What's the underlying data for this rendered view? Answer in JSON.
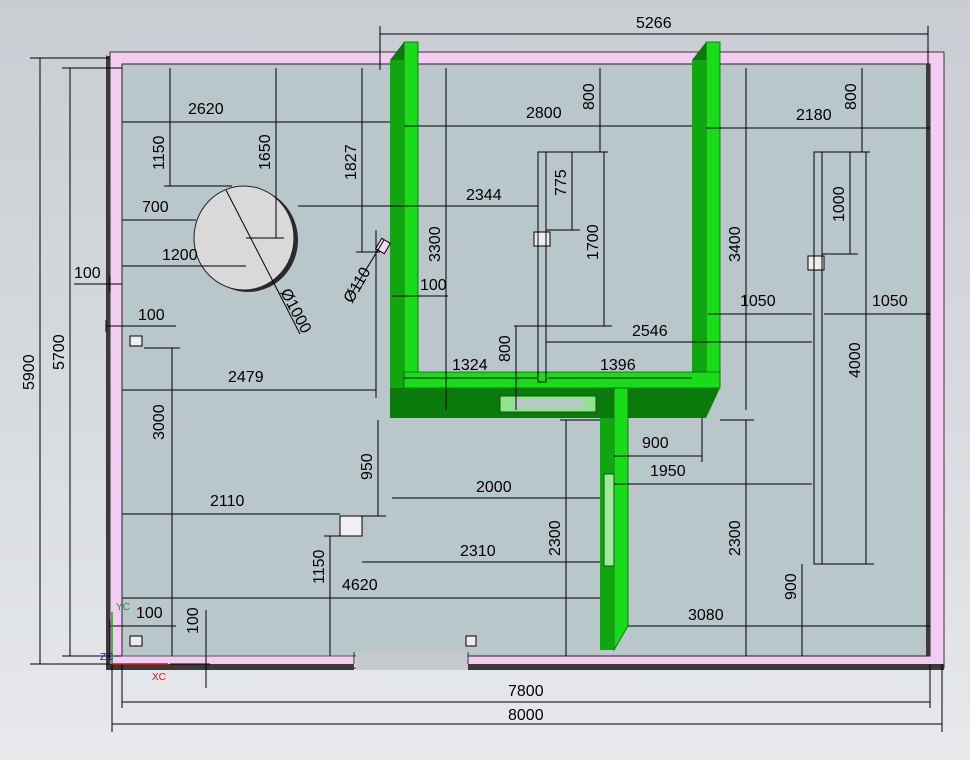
{
  "colors": {
    "floor": "#b9c6ca",
    "wall_pink": "#f3cdf1",
    "wall_dark": "#3a3a3a",
    "green": "#19dc19",
    "green_dark": "#0a7a0a",
    "green_shade": "#0fa60f",
    "circle": "#d9d9d9",
    "axis_y": "#16a016",
    "axis_x": "#e01010",
    "axis_z": "#1515e0"
  },
  "axes": {
    "yc": "YC",
    "xc": "XC",
    "zc": "ZC"
  },
  "dimensions": [
    {
      "id": "d5266",
      "text": "5266"
    },
    {
      "id": "d5900",
      "text": "5900"
    },
    {
      "id": "d5700",
      "text": "5700"
    },
    {
      "id": "d2620",
      "text": "2620"
    },
    {
      "id": "d1150a",
      "text": "1150"
    },
    {
      "id": "d1650",
      "text": "1650"
    },
    {
      "id": "d1827",
      "text": "1827"
    },
    {
      "id": "d800a",
      "text": "800"
    },
    {
      "id": "d2800",
      "text": "2800"
    },
    {
      "id": "d800b",
      "text": "800"
    },
    {
      "id": "d2180",
      "text": "2180"
    },
    {
      "id": "d775",
      "text": "775"
    },
    {
      "id": "d2344",
      "text": "2344"
    },
    {
      "id": "d700",
      "text": "700"
    },
    {
      "id": "d1200",
      "text": "1200"
    },
    {
      "id": "d3300",
      "text": "3300"
    },
    {
      "id": "d1700",
      "text": "1700"
    },
    {
      "id": "d3400",
      "text": "3400"
    },
    {
      "id": "d1000a",
      "text": "1000"
    },
    {
      "id": "d100a",
      "text": "100"
    },
    {
      "id": "d110",
      "text": "Ø110"
    },
    {
      "id": "d100b",
      "text": "100"
    },
    {
      "id": "d1000dia",
      "text": "Ø1000"
    },
    {
      "id": "d100c",
      "text": "100"
    },
    {
      "id": "d1050a",
      "text": "1050"
    },
    {
      "id": "d1050b",
      "text": "1050"
    },
    {
      "id": "d800c",
      "text": "800"
    },
    {
      "id": "d2546",
      "text": "2546"
    },
    {
      "id": "d4000",
      "text": "4000"
    },
    {
      "id": "d2479",
      "text": "2479"
    },
    {
      "id": "d1324",
      "text": "1324"
    },
    {
      "id": "d1396",
      "text": "1396"
    },
    {
      "id": "d3000",
      "text": "3000"
    },
    {
      "id": "d950",
      "text": "950"
    },
    {
      "id": "d900a",
      "text": "900"
    },
    {
      "id": "d1950",
      "text": "1950"
    },
    {
      "id": "d2110",
      "text": "2110"
    },
    {
      "id": "d2000",
      "text": "2000"
    },
    {
      "id": "d2310",
      "text": "2310"
    },
    {
      "id": "d2300a",
      "text": "2300"
    },
    {
      "id": "d2300b",
      "text": "2300"
    },
    {
      "id": "d1150b",
      "text": "1150"
    },
    {
      "id": "d4620",
      "text": "4620"
    },
    {
      "id": "d900b",
      "text": "900"
    },
    {
      "id": "d100d",
      "text": "100"
    },
    {
      "id": "d100e",
      "text": "100"
    },
    {
      "id": "d3080",
      "text": "3080"
    },
    {
      "id": "d7800",
      "text": "7800"
    },
    {
      "id": "d8000",
      "text": "8000"
    }
  ]
}
